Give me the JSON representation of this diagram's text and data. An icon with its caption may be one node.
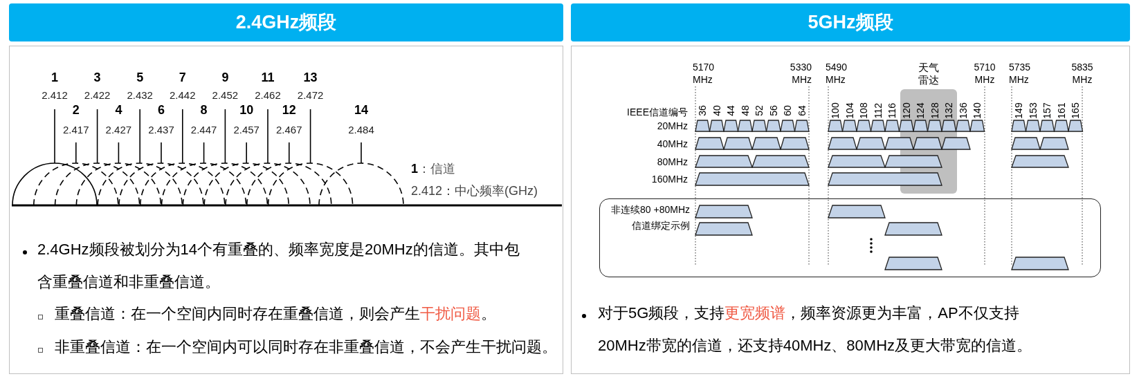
{
  "diagram": {
    "nodes": [
      {
        "text": [
          "2.4GHz频段"
        ]
      },
      {
        "text": [
          "5GHz频段"
        ]
      },
      {
        "text": [
          "2.4GHz频段被划分为14个有重叠的、频率宽度是20MHz的信道。其中包含重叠信道和非重叠信道。",
          "重叠信道：在一个空间内同时存在重叠信道，则会产生**干扰问题**。",
          "非重叠信道：在一个空间内可以同时存在非重叠信道，不会产生干扰问题。"
        ]
      },
      {
        "text": [
          "对于5G频段，支持**更宽频谱**，频率资源更为丰富，AP不仅支持20MHz带宽的信道，还支持40MHz、80MHz及更大带宽的信道。"
        ]
      },
      {
        "text": [
          "非连续80 +80MHz信道绑定示例"
        ],
        "in": 3
      },
      {
        "text": [
          "天气雷达"
        ],
        "in": 3
      }
    ],
    "labels": [
      "1",
      "2.412",
      "2",
      "2.417",
      "3",
      "2.422",
      "4",
      "2.427",
      "5",
      "2.432",
      "6",
      "2.437",
      "7",
      "2.442",
      "8",
      "2.447",
      "9",
      "2.452",
      "10",
      "2.457",
      "11",
      "2.462",
      "12",
      "2.467",
      "13",
      "2.472",
      "14",
      "2.484",
      "**1**：信道",
      "2.412：中心频率(GHz)",
      "5170 MHz",
      "5330 MHz",
      "5490 MHz",
      "5710 MHz",
      "5735 MHz",
      "5835 MHz",
      "IEEE信道编号",
      "36",
      "40",
      "44",
      "48",
      "52",
      "56",
      "60",
      "64",
      "100",
      "104",
      "108",
      "112",
      "116",
      "120",
      "124",
      "128",
      "132",
      "136",
      "140",
      "149",
      "153",
      "157",
      "161",
      "165",
      "20MHz",
      "40MHz",
      "80MHz",
      "160MHz"
    ]
  }
}
